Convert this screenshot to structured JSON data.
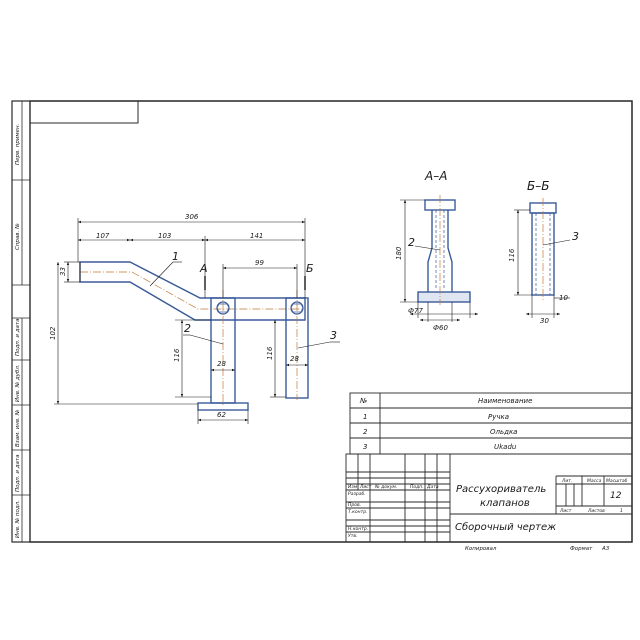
{
  "drawing": {
    "dimensions": {
      "overall_length": "306",
      "left_segment": "107",
      "middle_segment": "103",
      "right_segment": "141",
      "between_holes": "99",
      "pipe_diameter_left": "33",
      "total_height": "102",
      "left_leg_height": "116",
      "right_leg_height": "116",
      "left_leg_width": "28",
      "right_leg_width": "28",
      "base_width": "62"
    },
    "section_labels": {
      "a": "А",
      "b": "Б"
    },
    "part_callouts": [
      "1",
      "2",
      "3"
    ]
  },
  "section_aa": {
    "title": "А–А",
    "callout": "2",
    "height": "180",
    "d1": "Ф77",
    "d2": "Ф60"
  },
  "section_bb": {
    "title": "Б–Б",
    "callout": "3",
    "height": "116",
    "bottom_dim": "10",
    "width_dim": "30"
  },
  "parts_table": {
    "headers": {
      "pos": "№",
      "name": "Наименование"
    },
    "rows": [
      {
        "pos": "1",
        "name": "Ручка"
      },
      {
        "pos": "2",
        "name": "Ольдка"
      },
      {
        "pos": "3",
        "name": "Ukadu"
      }
    ]
  },
  "title_block": {
    "product_name_line1": "Рассухориватель",
    "product_name_line2": "клапанов",
    "doc_type": "Сборочный чертеж",
    "sheet_number": "12",
    "col_headers": [
      "Изм",
      "Лист",
      "№ докум.",
      "Подп.",
      "Дата"
    ],
    "role_labels": [
      "Разраб.",
      "Пров.",
      "Т.контр.",
      "Н.контр.",
      "Утв."
    ],
    "right_headers": [
      "Лит.",
      "Масса",
      "Масштаб"
    ],
    "sheet_label": "Лист",
    "sheets_label": "Листов",
    "sheets_count": "1",
    "copied_label": "Копировал",
    "format_label": "Формат",
    "format_value": "А3"
  },
  "side_stamps": [
    "Перв. примен.",
    "Справ. №",
    "Подп. и дата",
    "Инв. № дубл.",
    "Взам. инв. №",
    "Подп. и дата",
    "Инв. № подл."
  ]
}
